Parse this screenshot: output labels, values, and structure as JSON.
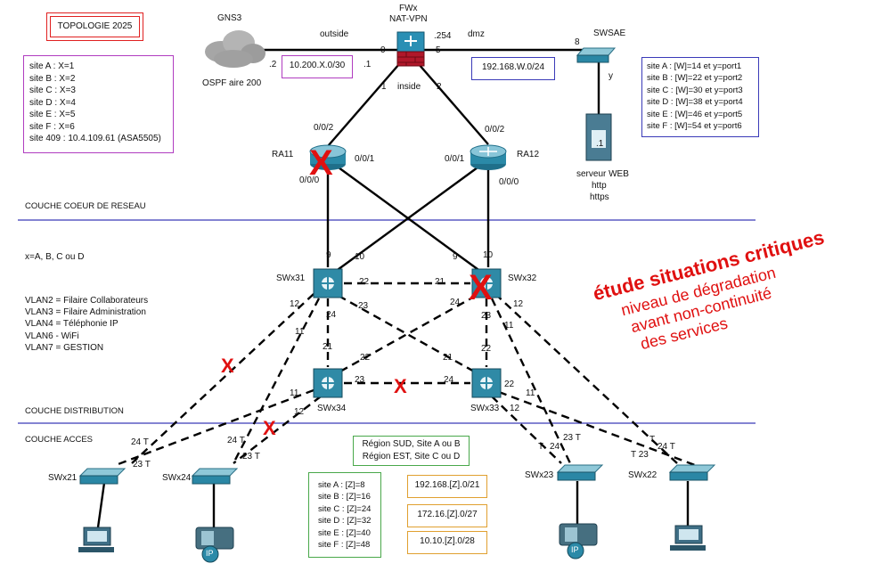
{
  "title": "TOPOLOGIE 2025",
  "sites_x": [
    "site A : X=1",
    "site B : X=2",
    "site C : X=3",
    "site D : X=4",
    "site E : X=5",
    "site F : X=6",
    "site 409 : 10.4.109.61 (ASA5505)"
  ],
  "sites_w": [
    "site A : [W]=14 et y=port1",
    "site B : [W]=22 et y=port2",
    "site C : [W]=30 et y=port3",
    "site D : [W]=38 et y=port4",
    "site E : [W]=46 et y=port5",
    "site F : [W]=54 et y=port6"
  ],
  "sites_z": [
    "site A : [Z]=8",
    "site B : [Z]=16",
    "site C : [Z]=24",
    "site D : [Z]=32",
    "site E : [Z]=40",
    "site F : [Z]=48"
  ],
  "subnets_z": [
    "192.168.[Z].0/21",
    "172.16.[Z].0/27",
    "10.10.[Z].0/28"
  ],
  "regions": [
    "Région SUD, Site A ou B",
    "Région EST, Site C ou D"
  ],
  "vlans": [
    "VLAN2 = Filaire Collaborateurs",
    "VLAN3 = Filaire Administration",
    "VLAN4 = Téléphonie IP",
    "VLAN6 - WiFi",
    "VLAN7 = GESTION"
  ],
  "xvar": "x=A, B, C ou D",
  "layers": {
    "core": "COUCHE COEUR DE RESEAU",
    "distribution": "COUCHE DISTRIBUTION",
    "access": "COUCHE ACCES"
  },
  "labels": {
    "gns3": "GNS3",
    "ospf": "OSPF aire 200",
    "outside": "outside",
    "outside_net": "10.200.X.0/30",
    "fw1": "FWx",
    "fw2": "NAT-VPN",
    "inside": "inside",
    "dmz": "dmz",
    "dmz_net": "192.168.W.0/24",
    "swsae": "SWSAE",
    "web_ip": ".1",
    "web1": "serveur WEB",
    "web2": "http",
    "web3": "https",
    "ra11": "RA11",
    "ra12": "RA12",
    "swx31": "SWx31",
    "swx32": "SWx32",
    "swx34": "SWx34",
    "swx33": "SWx33",
    "swx21": "SWx21",
    "swx24": "SWx24",
    "swx23": "SWx23",
    "swx22": "SWx22",
    "ip": "IP"
  },
  "ports": [
    ".2",
    "0",
    ".1",
    ".254",
    "5",
    "8",
    "y",
    "1",
    "2",
    "0/0/2",
    "0/0/1",
    "0/0/0",
    "0/0/2",
    "0/0/1",
    "0/0/0",
    "9",
    "10",
    "9",
    "10",
    "22",
    "21",
    "12",
    "24",
    "23",
    "11",
    "24",
    "23",
    "12",
    "11",
    "21",
    "22",
    "22",
    "23",
    "24",
    "21",
    "11",
    "12",
    "22",
    "11",
    "12",
    "24 T",
    "23 T",
    "24 T",
    "23 T",
    "23 T",
    "T",
    "24",
    "T",
    "24 T",
    "T 23"
  ],
  "note": [
    "étude situations critiques",
    "niveau de dégradation",
    "avant non-continuité",
    "des services"
  ],
  "cross_mark": "X",
  "colors": {
    "accent_red": "#e01010",
    "purple": "#b03cc0",
    "blue": "#3a3ab8",
    "green": "#49a84a",
    "orange": "#e0a030"
  }
}
